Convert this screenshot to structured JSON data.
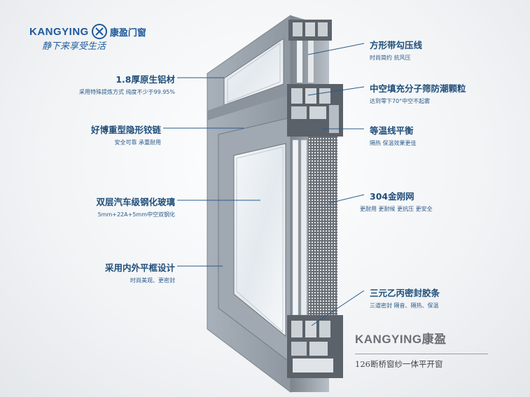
{
  "brand": {
    "name_en": "KANGYING",
    "name_cn": "康盈门窗",
    "slogan": "静下来享受生活"
  },
  "features": {
    "left": [
      {
        "title": "1.8厚原生铝材",
        "subtitle": "采用特殊提炼方式 纯度不少于99.95%"
      },
      {
        "title": "好博重型隐形铰链",
        "subtitle": "安全可靠 承重耐用"
      },
      {
        "title": "双层汽车级钢化玻璃",
        "subtitle": "5mm+22A+5mm中空双钢化"
      },
      {
        "title": "采用内外平框设计",
        "subtitle": "时尚美观、更密封"
      }
    ],
    "right": [
      {
        "title": "方形带勾压线",
        "subtitle": "时尚简约 抗风压"
      },
      {
        "title": "中空填充分子筛防潮颗粒",
        "subtitle": "达到零下70°中空不起雾"
      },
      {
        "title": "等温线平衡",
        "subtitle": "隔热 保温效果更佳"
      },
      {
        "title": "304金刚网",
        "subtitle": "更耐用 更耐候 更抗压 更安全"
      },
      {
        "title": "三元乙丙密封胶条",
        "subtitle": "三道密封 隔音、隔热、保温"
      }
    ]
  },
  "product": {
    "title": "KANGYING康盈",
    "subtitle": "126断桥窗纱一体平开窗"
  },
  "colors": {
    "brand_blue": "#1d5a9c",
    "frame_gray": "#9ba3ad",
    "leader_line": "#2a5a8a"
  }
}
